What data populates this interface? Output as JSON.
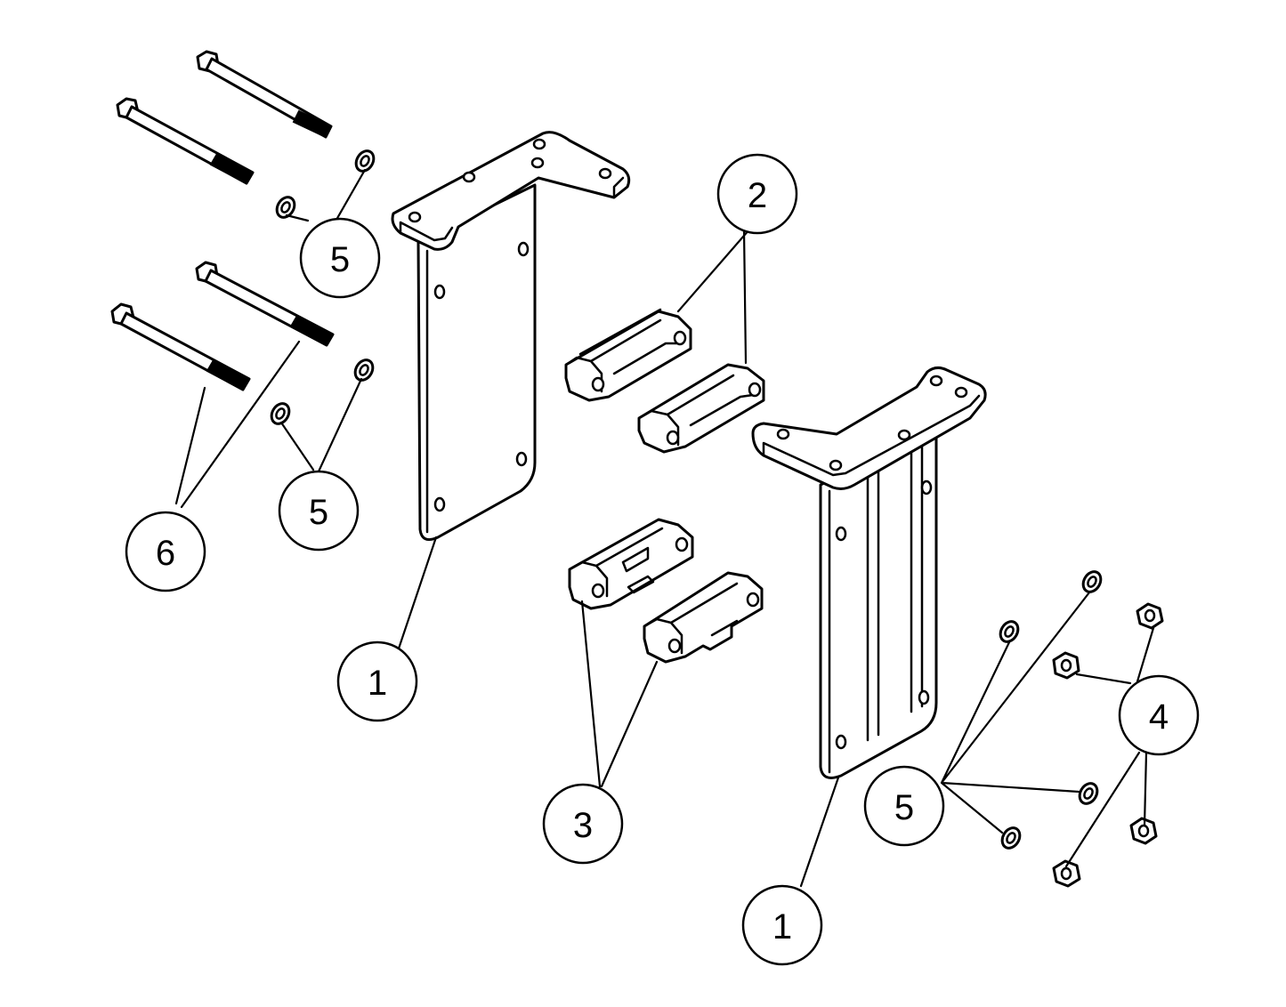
{
  "diagram": {
    "callouts": [
      {
        "id": "c1a",
        "label": "1"
      },
      {
        "id": "c1b",
        "label": "1"
      },
      {
        "id": "c2",
        "label": "2"
      },
      {
        "id": "c3",
        "label": "3"
      },
      {
        "id": "c4",
        "label": "4"
      },
      {
        "id": "c5a",
        "label": "5"
      },
      {
        "id": "c5b",
        "label": "5"
      },
      {
        "id": "c5c",
        "label": "5"
      },
      {
        "id": "c6",
        "label": "6"
      }
    ]
  }
}
